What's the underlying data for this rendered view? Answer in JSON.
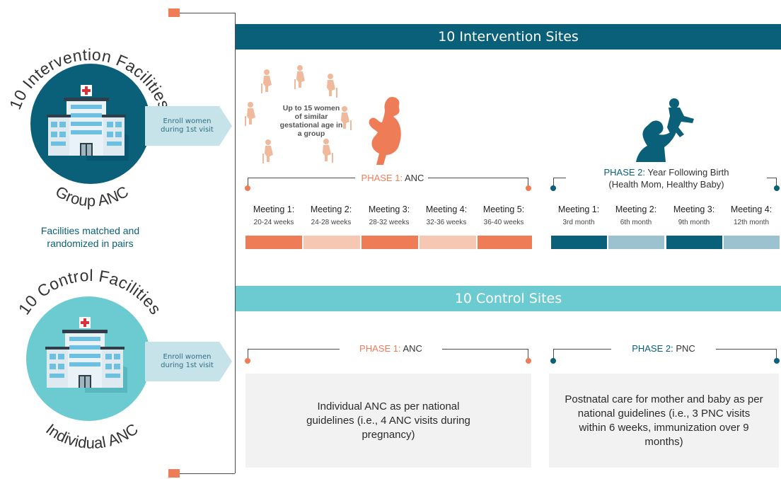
{
  "intervention_facilities": {
    "arc_title": "10 Intervention Facilities",
    "bottom_label": "Group ANC",
    "enroll_label": "Enroll women during 1st visit"
  },
  "matched_note": "Facilities matched and randomized in pairs",
  "control_facilities": {
    "arc_title": "10 Control Facilities",
    "bottom_label": "Individual ANC",
    "enroll_label": "Enroll women during 1st visit"
  },
  "intervention_banner": "10 Intervention Sites",
  "control_banner": "10 Control Sites",
  "group_note": "Up to 15 women of similar gestational age in a group",
  "intervention_phase1": {
    "prefix": "PHASE 1:",
    "name": "ANC",
    "meetings": [
      {
        "title": "Meeting 1:",
        "weeks": "20-24 weeks"
      },
      {
        "title": "Meeting 2:",
        "weeks": "24-28 weeks"
      },
      {
        "title": "Meeting 3:",
        "weeks": "28-32 weeks"
      },
      {
        "title": "Meeting 4:",
        "weeks": "32-36 weeks"
      },
      {
        "title": "Meeting 5:",
        "weeks": "36-40 weeks"
      }
    ]
  },
  "intervention_phase2": {
    "prefix": "PHASE 2:",
    "name": "Year Following Birth",
    "subtitle": "(Health Mom, Healthy Baby)",
    "meetings": [
      {
        "title": "Meeting 1:",
        "weeks": "3rd month"
      },
      {
        "title": "Meeting 2:",
        "weeks": "6th month"
      },
      {
        "title": "Meeting 3:",
        "weeks": "9th month"
      },
      {
        "title": "Meeting 4:",
        "weeks": "12th month"
      }
    ]
  },
  "control_phase1": {
    "prefix": "PHASE 1:",
    "name": "ANC",
    "description": "Individual ANC as per national guidelines (i.e., 4 ANC visits during pregnancy)"
  },
  "control_phase2": {
    "prefix": "PHASE 2:",
    "name": "PNC",
    "description": "Postnatal care for mother and baby as per national guidelines (i.e., 3 PNC visits within 6 weeks, immunization over 9 months)"
  },
  "colors": {
    "dark_teal": "#0b6079",
    "light_teal": "#6ccbd1",
    "orange": "#ee7d57",
    "light_orange": "#f6c8b3",
    "light_blue": "#9dc2cf",
    "peach": "#f0b99c"
  },
  "icon_names": [
    "hospital-icon",
    "pregnant-woman-icon",
    "mother-baby-icon",
    "seated-woman-icon"
  ]
}
